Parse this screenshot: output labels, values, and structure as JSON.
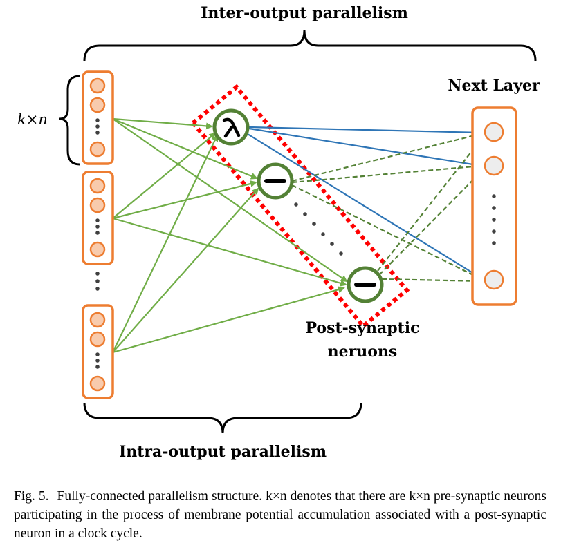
{
  "labels": {
    "inter_output": "Inter-output parallelism",
    "intra_output": "Intra-output parallelism",
    "next_layer": "Next Layer",
    "post_synaptic_line1": "Post-synaptic",
    "post_synaptic_line2": "neruons",
    "kxn": "k×n"
  },
  "caption": {
    "fig_label": "Fig. 5.",
    "text": "Fully-connected parallelism structure. k×n denotes that there are k×n pre-synaptic neurons participating in the process of membrane potential accumulation associated with a post-synaptic neuron in a clock cycle."
  },
  "colors": {
    "orange": "#ED7D31",
    "orange_fill": "#F8CBAD",
    "green_edge": "#70AD47",
    "dark_green": "#538135",
    "blue": "#2E75B6",
    "red_dash": "#FF0000"
  },
  "post_neuron_symbols": [
    "lambda",
    "minus",
    "minus"
  ]
}
